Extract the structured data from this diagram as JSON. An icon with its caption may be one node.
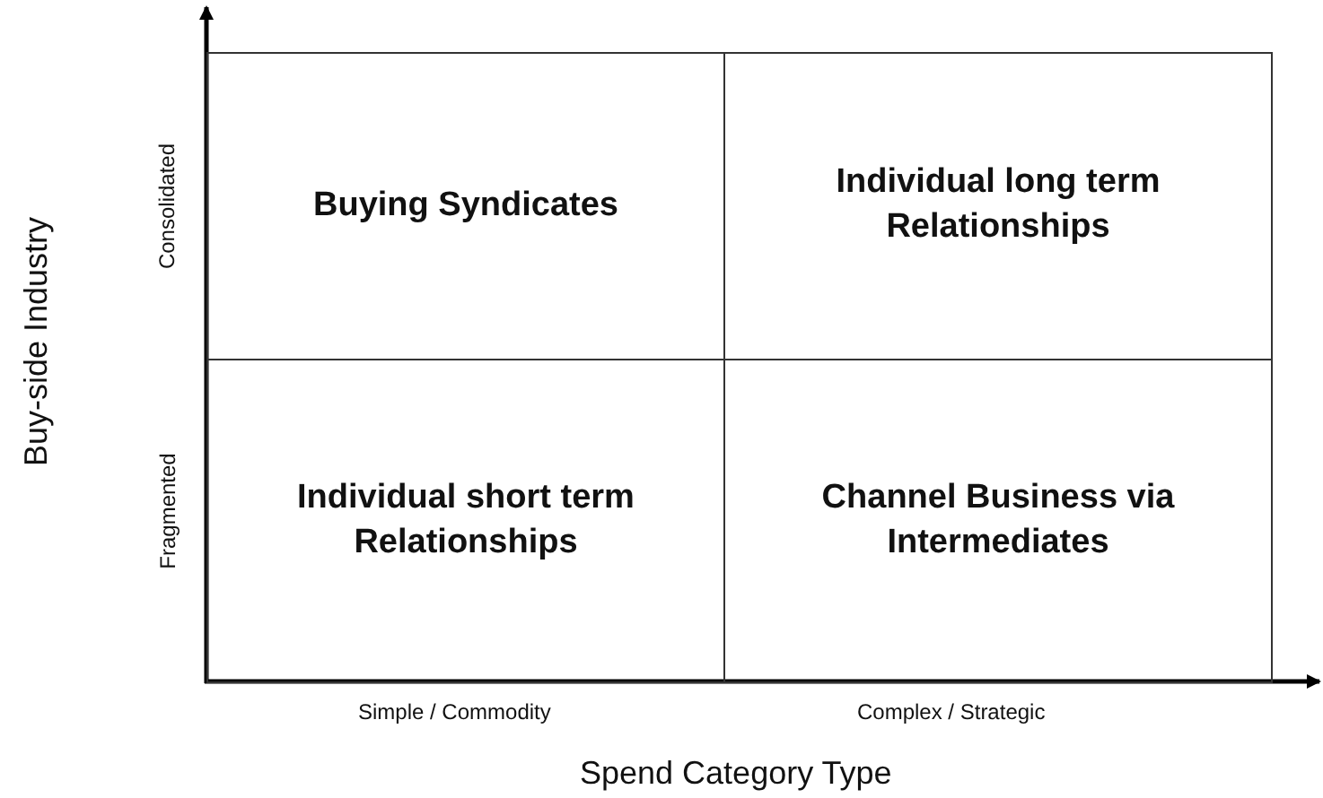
{
  "diagram": {
    "nodes": [
      {
        "text": [
          "Buying Syndicates"
        ]
      },
      {
        "text": [
          "Individual long term Relationships"
        ]
      },
      {
        "text": [
          "Individual short term Relationships"
        ]
      },
      {
        "text": [
          "Channel Business via Intermediates"
        ]
      }
    ],
    "edges": [],
    "labels": [
      "Buy-side Industry",
      "Consolidated",
      "Fragmented",
      "Simple / Commodity",
      "Complex / Strategic",
      "Spend Category Type"
    ]
  }
}
